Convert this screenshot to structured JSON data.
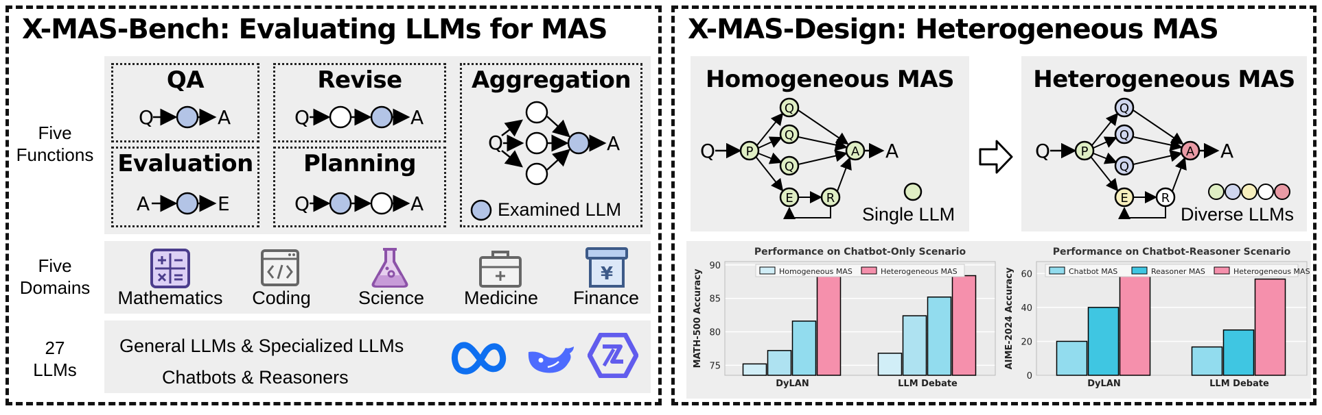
{
  "left_panel": {
    "title": "X-MAS-Bench: Evaluating LLMs for MAS",
    "functions_label": [
      "Five",
      "Functions"
    ],
    "domains_label": [
      "Five",
      "Domains"
    ],
    "llms_label": [
      "27",
      "LLMs"
    ],
    "functions": {
      "qa": {
        "title": "QA",
        "flow": [
          "Q",
          "A"
        ]
      },
      "revise": {
        "title": "Revise",
        "flow": [
          "Q",
          "A"
        ]
      },
      "aggregation": {
        "title": "Aggregation",
        "flow": [
          "Q",
          "A"
        ]
      },
      "evaluation": {
        "title": "Evaluation",
        "flow": [
          "A",
          "E"
        ]
      },
      "planning": {
        "title": "Planning",
        "flow": [
          "Q",
          "A"
        ]
      },
      "legend": "Examined LLM"
    },
    "domains": [
      {
        "label": "Mathematics",
        "icon": "calculator-icon"
      },
      {
        "label": "Coding",
        "icon": "code-window-icon"
      },
      {
        "label": "Science",
        "icon": "flask-icon"
      },
      {
        "label": "Medicine",
        "icon": "medical-kit-icon"
      },
      {
        "label": "Finance",
        "icon": "yuan-box-icon"
      }
    ],
    "llms": {
      "line1": "General LLMs & Specialized LLMs",
      "line2": "Chatbots & Reasoners",
      "logos": [
        "meta-logo-icon",
        "deepseek-whale-icon",
        "qwen-logo-icon"
      ]
    }
  },
  "right_panel": {
    "title": "X-MAS-Design: Heterogeneous MAS",
    "homogeneous": {
      "title": "Homogeneous MAS",
      "legend": "Single LLM"
    },
    "heterogeneous": {
      "title": "Heterogeneous MAS",
      "legend": "Diverse LLMs"
    },
    "node_labels": {
      "q": "Q",
      "p": "P",
      "a": "A",
      "e": "E",
      "r": "R"
    },
    "colors": {
      "homogeneous_node": "#dfeec4",
      "examined": "#b3c4e6",
      "q_blue": "#cfd6ee",
      "p_green": "#dfeec4",
      "a_pink": "#e99aa5",
      "e_yellow": "#f7efbd",
      "white": "#ffffff"
    }
  },
  "chart_data": [
    {
      "type": "bar",
      "title": "Performance on Chatbot-Only Scenario",
      "categories": [
        "DyLAN",
        "LLM Debate"
      ],
      "ylabel": "MATH-500 Accuracy",
      "ylim": [
        73.5,
        90.5
      ],
      "yticks": [
        75,
        80,
        85,
        90
      ],
      "legend": [
        "Homogeneous MAS",
        "Heterogeneous MAS"
      ],
      "series": [
        {
          "name": "Homogeneous MAS",
          "color": "#d1eef7",
          "values": [
            75.2,
            76.8
          ]
        },
        {
          "name": "Homogeneous MAS",
          "color": "#aee2f1",
          "values": [
            77.2,
            82.4
          ]
        },
        {
          "name": "Homogeneous MAS",
          "color": "#92dcee",
          "values": [
            81.6,
            85.2
          ]
        },
        {
          "name": "Heterogeneous MAS",
          "color": "#f590ac",
          "values": [
            88.8,
            88.4
          ]
        }
      ]
    },
    {
      "type": "bar",
      "title": "Performance on Chatbot-Reasoner Scenario",
      "categories": [
        "DyLAN",
        "LLM Debate"
      ],
      "ylabel": "AIME-2024 Accuracy",
      "ylim": [
        0,
        67
      ],
      "yticks": [
        0,
        20,
        40,
        60
      ],
      "legend": [
        "Chatbot MAS",
        "Reasoner MAS",
        "Heterogeneous MAS"
      ],
      "series": [
        {
          "name": "Chatbot MAS",
          "color": "#92dcee",
          "values": [
            20,
            16.7
          ]
        },
        {
          "name": "Reasoner MAS",
          "color": "#3fc6e2",
          "values": [
            40,
            26.7
          ]
        },
        {
          "name": "Heterogeneous MAS",
          "color": "#f590ac",
          "values": [
            63.3,
            56.7
          ]
        }
      ]
    }
  ]
}
